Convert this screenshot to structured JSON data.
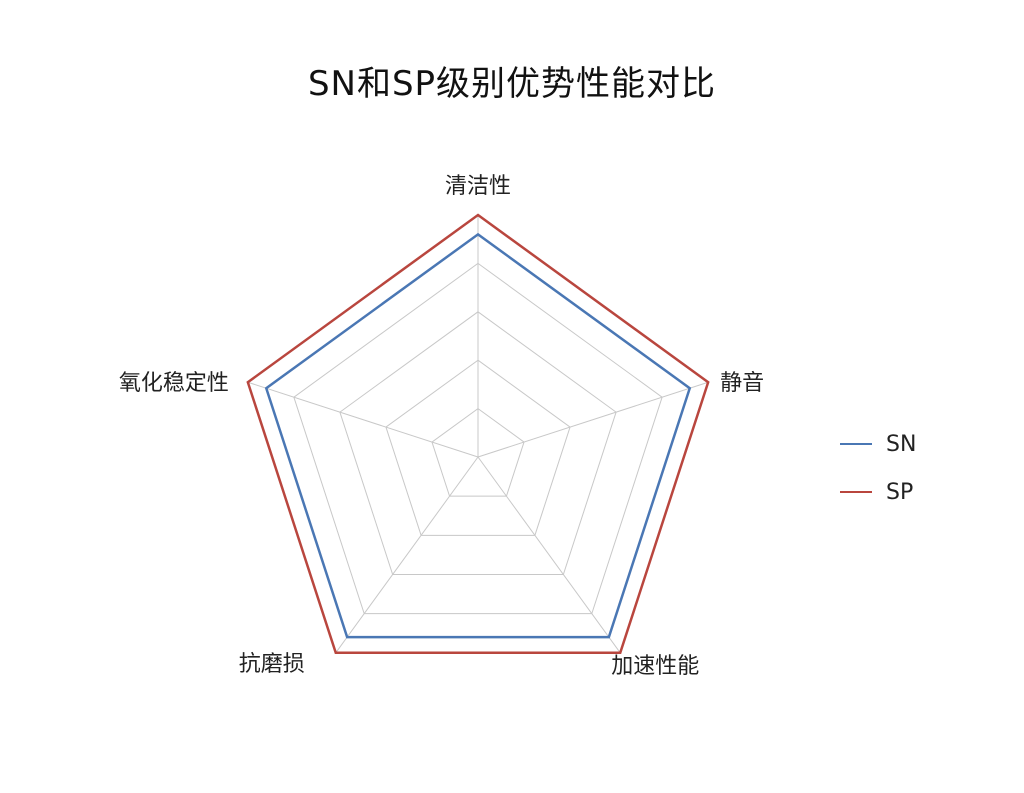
{
  "chart_data": {
    "type": "radar",
    "title": "SN和SP级别优势性能对比",
    "axes": [
      "清洁性",
      "静音",
      "加速性能",
      "抗磨损",
      "氧化稳定性"
    ],
    "range": [
      0,
      5
    ],
    "grid_levels": 5,
    "series": [
      {
        "name": "SN",
        "color": "#4a77b4",
        "values": [
          4.6,
          4.6,
          4.6,
          4.6,
          4.6
        ]
      },
      {
        "name": "SP",
        "color": "#b9463e",
        "values": [
          5,
          5,
          5,
          5,
          5
        ]
      }
    ],
    "legend_position": "right"
  }
}
